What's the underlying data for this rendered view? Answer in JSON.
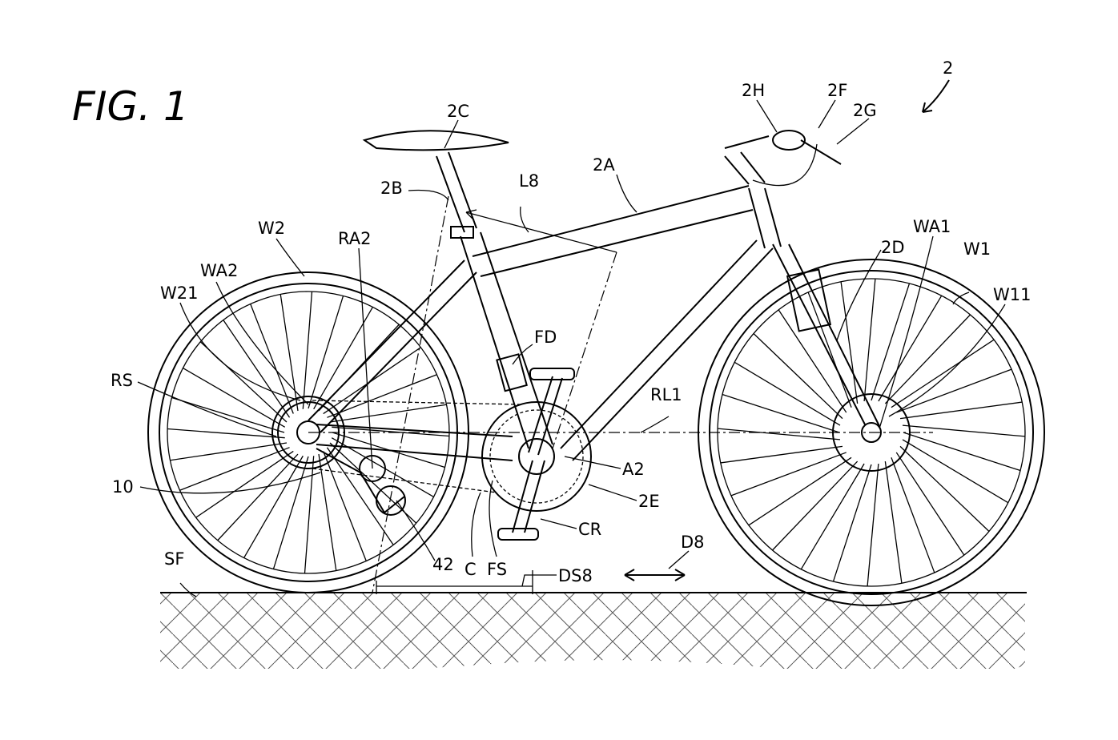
{
  "figure": {
    "title": "FIG. 1",
    "labels": {
      "bicycle": "2",
      "saddle": "2C",
      "brake_lever": "2H",
      "handlebar": "2F",
      "grip": "2G",
      "frame": "2A",
      "seat_post": "2B",
      "length": "L8",
      "rear_wheel": "W2",
      "rear_axis": "RA2",
      "rear_axle": "WA2",
      "rear_hub": "W21",
      "rear_sprocket": "RS",
      "derailleur": "10",
      "front_derailleur": "FD",
      "reference_line": "RL1",
      "fork": "2D",
      "front_axle": "WA1",
      "front_wheel": "W1",
      "front_hub": "W11",
      "crank_axis": "A2",
      "drive_train": "2E",
      "crank": "CR",
      "direction": "D8",
      "distance": "DS8",
      "pulley": "42",
      "chain": "C",
      "front_sprocket": "FS",
      "ground": "SF"
    }
  }
}
